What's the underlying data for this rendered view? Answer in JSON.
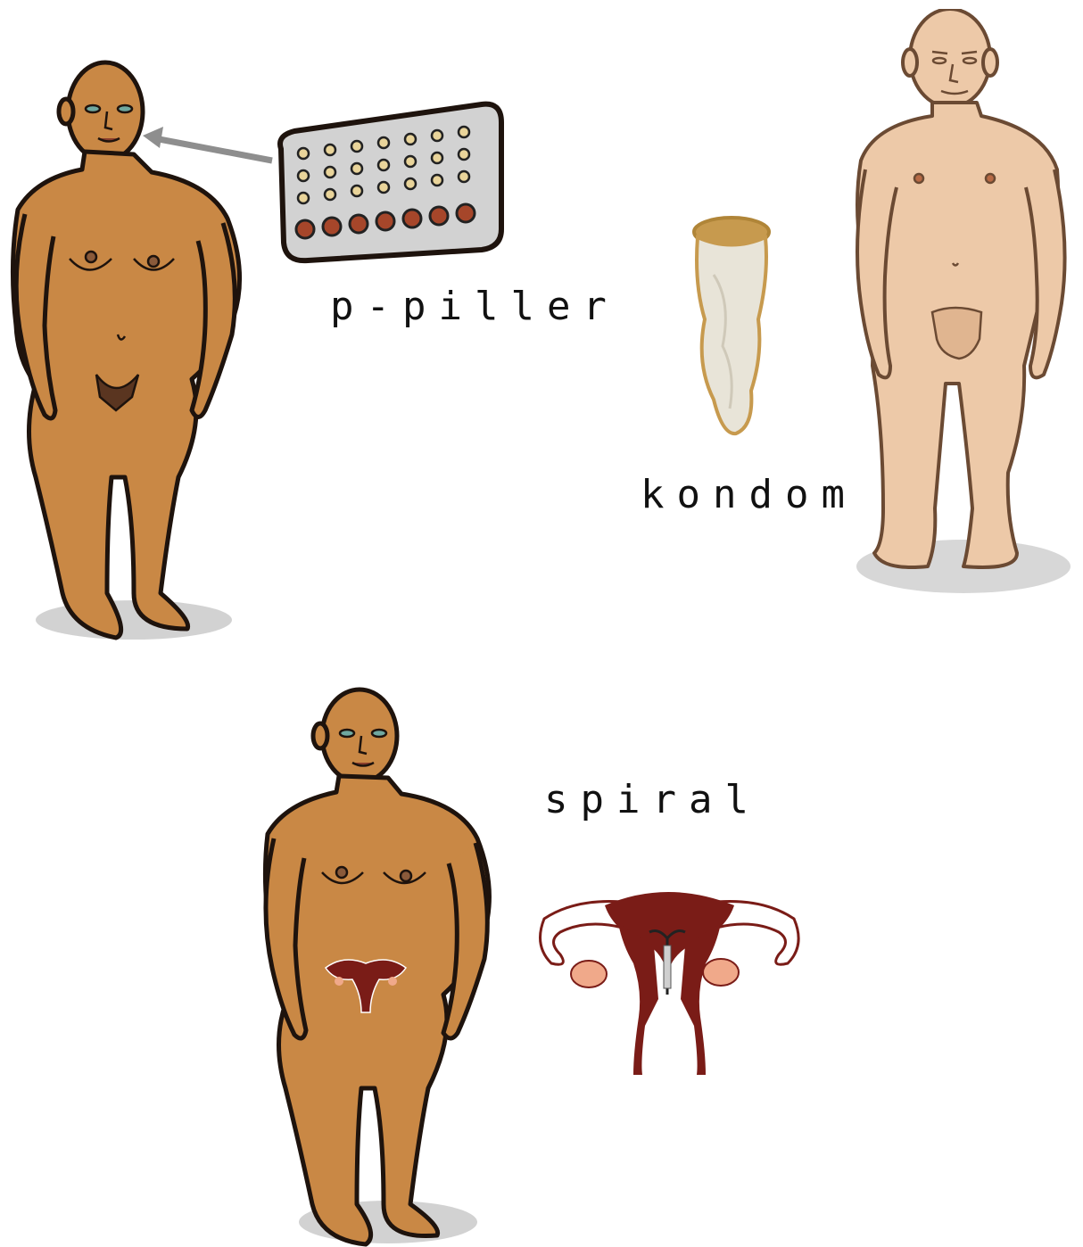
{
  "labels": {
    "pill": "p-piller",
    "condom": "kondom",
    "iud": "spiral"
  },
  "colors": {
    "skin_dark": "#C98845",
    "skin_light": "#EDC9A8",
    "outline": "#1E130D",
    "pill_pack": "#D2D2D2",
    "uterus": "#7A1C17",
    "ovary": "#F0A98A",
    "condom": "#E8E4D8"
  },
  "icons": [
    "woman-figure",
    "pill-pack-icon",
    "arrow-icon",
    "condom-icon",
    "man-figure",
    "woman-figure-uterus",
    "uterus-iud-icon"
  ]
}
